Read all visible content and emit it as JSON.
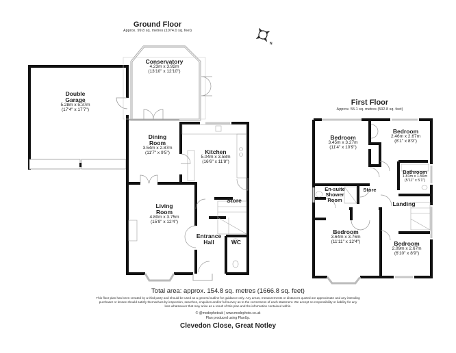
{
  "ground_floor": {
    "title": "Ground Floor",
    "area": "Approx. 99.8 sq. metres (1074.0 sq. feet)",
    "rooms": [
      {
        "name": "Conservatory",
        "metric": "4.23m x 3.92m",
        "imperial": "(13'10\" x 12'10\")"
      },
      {
        "name": "Double Garage",
        "metric": "5.28m x 5.37m",
        "imperial": "(17'4\" x 17'7\")"
      },
      {
        "name": "Dining Room",
        "metric": "3.54m x 2.87m",
        "imperial": "(11'7\" x 9'5\")"
      },
      {
        "name": "Kitchen",
        "metric": "5.04m x 3.58m",
        "imperial": "(16'6\" x 11'8\")"
      },
      {
        "name": "Living Room",
        "metric": "4.80m x 3.75m",
        "imperial": "(15'9\" x 12'4\")"
      },
      {
        "name": "Entrance Hall",
        "metric": "",
        "imperial": ""
      },
      {
        "name": "Store",
        "metric": "",
        "imperial": ""
      },
      {
        "name": "WC",
        "metric": "",
        "imperial": ""
      }
    ]
  },
  "first_floor": {
    "title": "First Floor",
    "area": "Approx. 55.1 sq. metres (592.8 sq. feet)",
    "rooms": [
      {
        "name": "Bedroom",
        "metric": "3.45m x 3.27m",
        "imperial": "(11'4\" x 10'9\")"
      },
      {
        "name": "Bedroom",
        "metric": "2.46m x 2.67m",
        "imperial": "(8'1\" x 8'9\")"
      },
      {
        "name": "Bathroom",
        "metric": "1.81m x 1.56m",
        "imperial": "(5'11\" x 5'1\")"
      },
      {
        "name": "En-suite Shower Room",
        "metric": "",
        "imperial": ""
      },
      {
        "name": "Store",
        "metric": "",
        "imperial": ""
      },
      {
        "name": "Landing",
        "metric": "",
        "imperial": ""
      },
      {
        "name": "Bedroom",
        "metric": "3.64m x 3.76m",
        "imperial": "(11'11\" x 12'4\")"
      },
      {
        "name": "Bedroom",
        "metric": "2.09m x 2.67m",
        "imperial": "(6'10\" x 8'9\")"
      }
    ]
  },
  "compass": {
    "icon": "compass-icon",
    "label": "N"
  },
  "footer": {
    "total_area": "Total area: approx. 154.8 sq. metres (1666.8 sq. feet)",
    "disclaimer_1": "This floor plan has been created by a third party and should be used as a general outline for guidance only. Any areas, measurements or distances quoted are approximate and any intending",
    "disclaimer_2": "purchaser or lessee should satisfy themselves by inspection, searches, enquiries and/or full survey as to the correctness of each statement. We accept no responsibility or liability for any",
    "disclaimer_3": "loss whatsoever that may arise as a result of this plan and the information contained within.",
    "credit_1": "© @modephotouk | www.modephoto.co.uk",
    "credit_2": "Plan produced using PlanUp.",
    "address": "Clevedon Close, Great Notley"
  },
  "colors": {
    "wall": "#111111",
    "window": "#c8c8c8",
    "line": "#999999"
  }
}
